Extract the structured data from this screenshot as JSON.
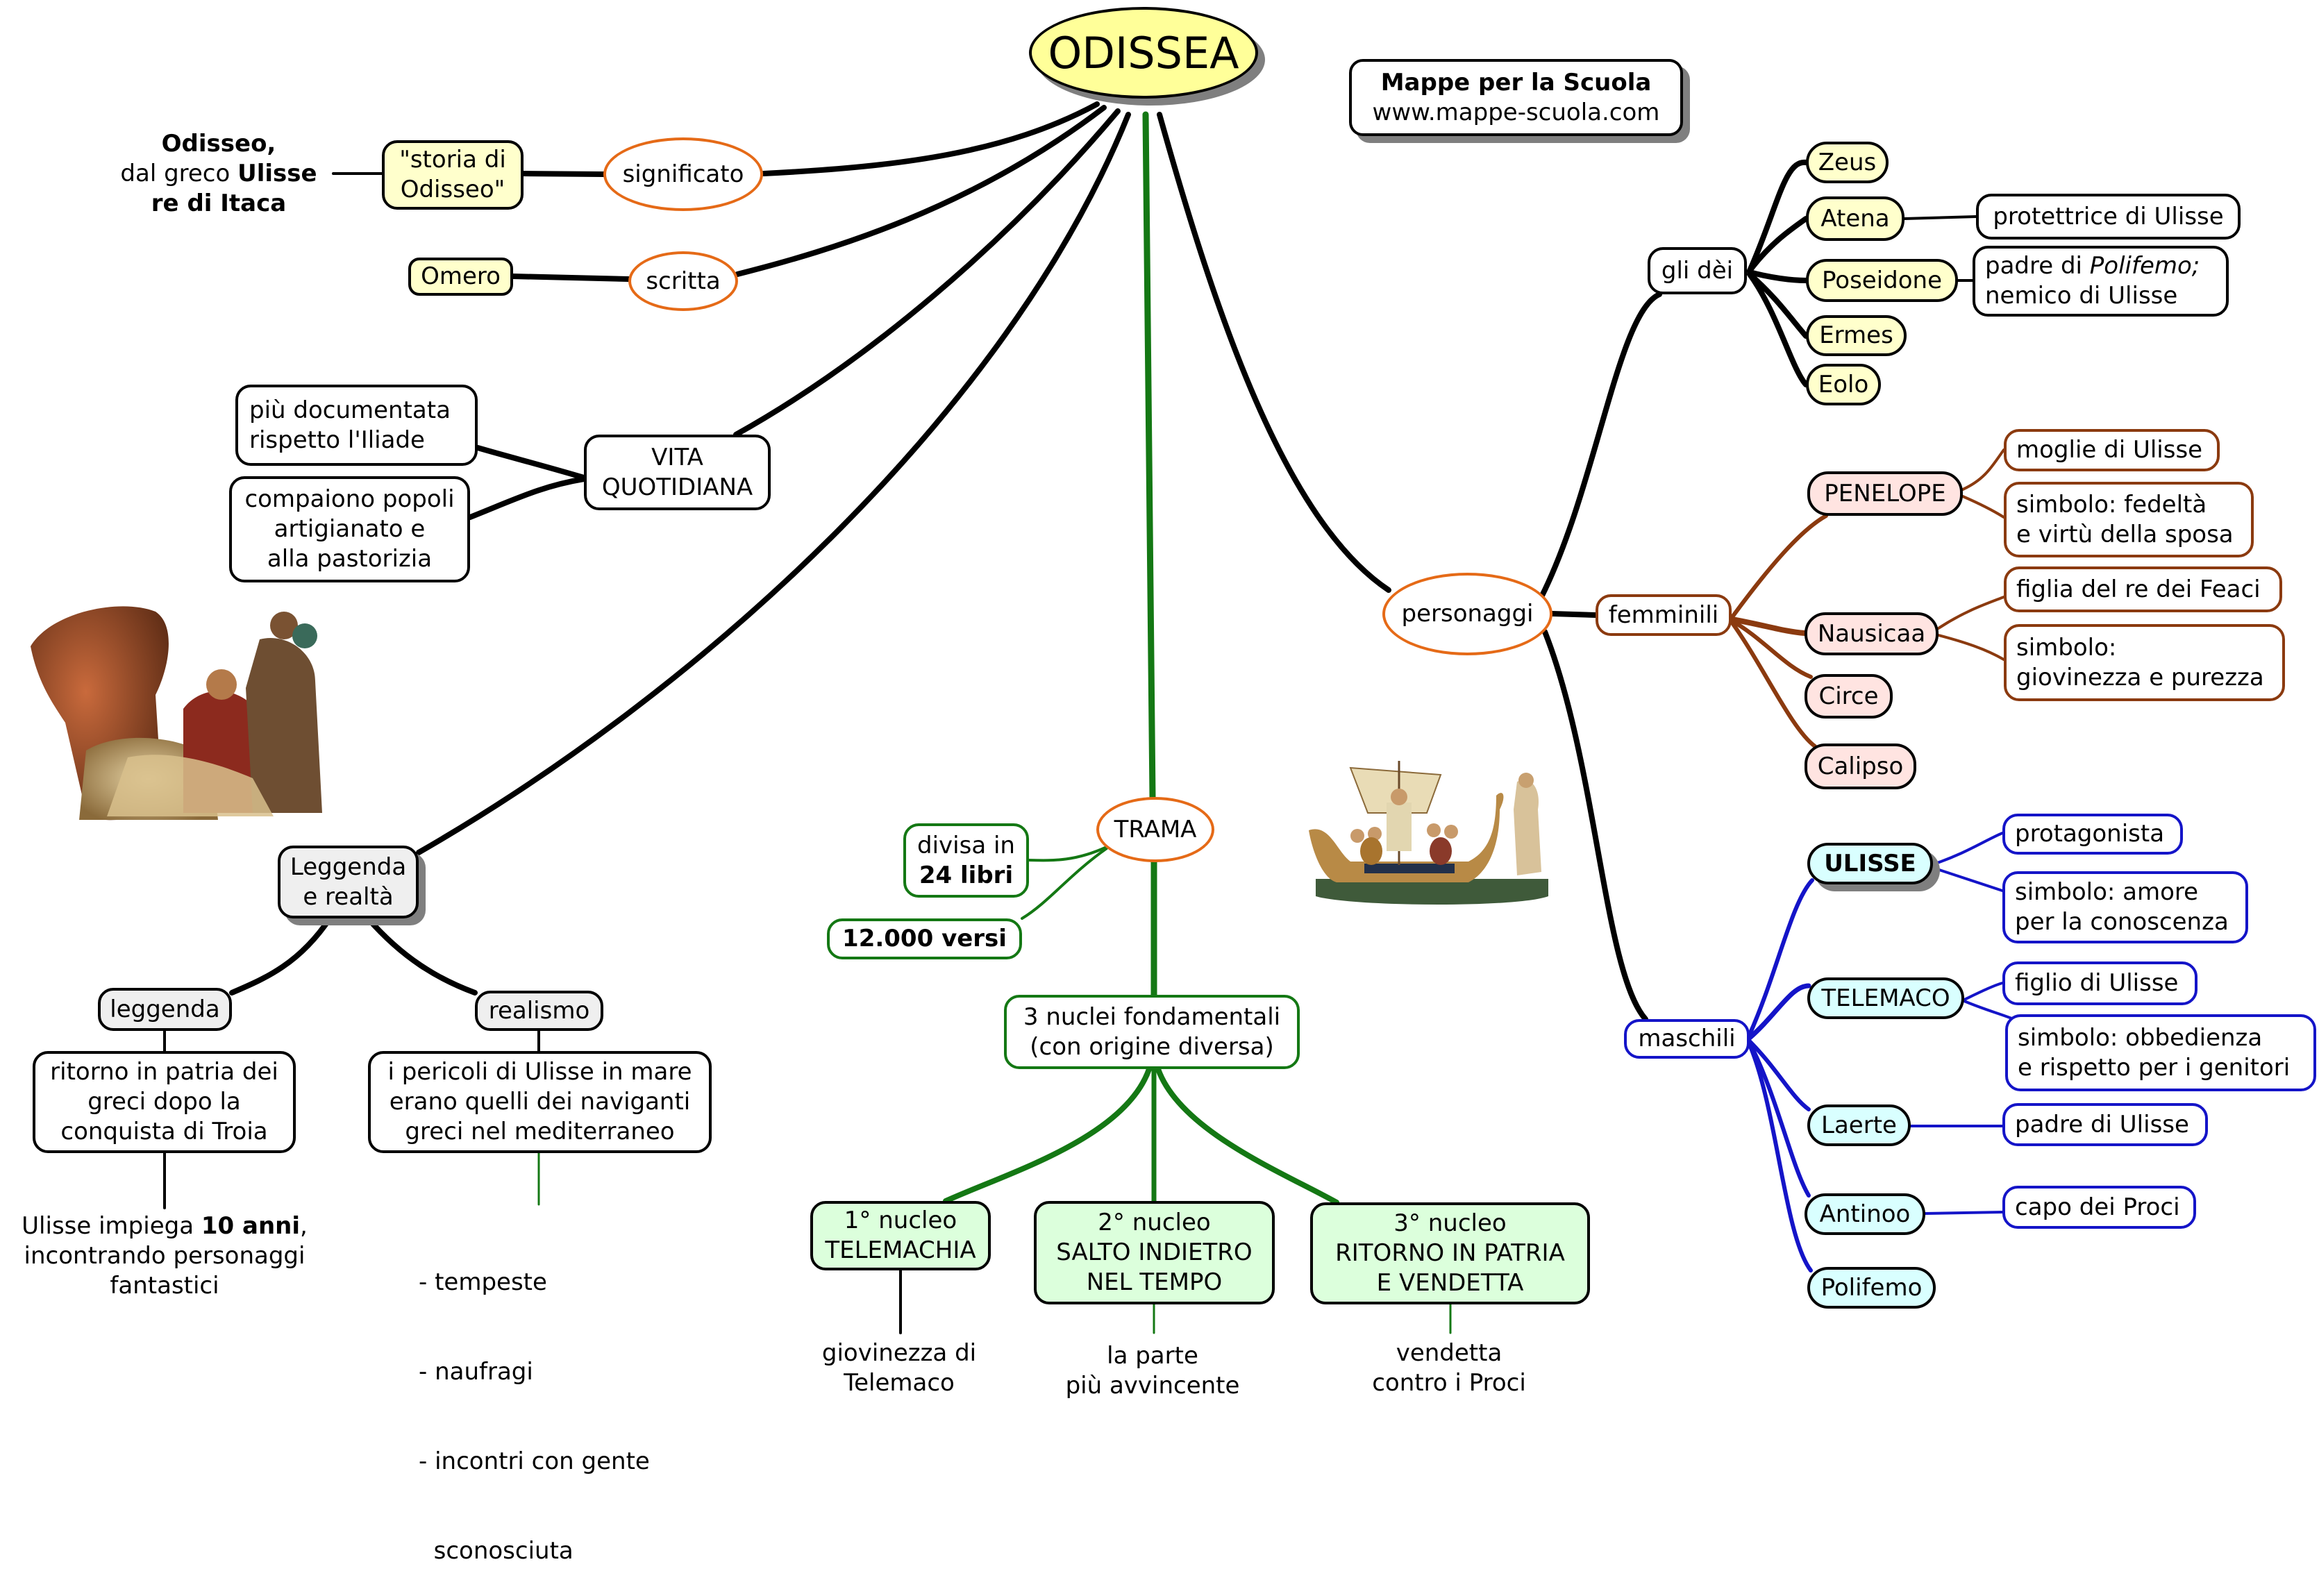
{
  "central": {
    "title": "ODISSEA"
  },
  "credits": {
    "line1": "Mappe per la Scuola",
    "line2": "www.mappe-scuola.com"
  },
  "colors": {
    "central_fill": "#ffff99",
    "orange_border": "#e56a17",
    "green_link": "#147814",
    "brown_link": "#8b3a0f",
    "blue_link": "#1414c8",
    "god_fill": "#ffffcc",
    "female_fill": "#ffe4e1",
    "male_fill": "#d9ffff",
    "nucleo_fill": "#dcffdc"
  },
  "significato": {
    "label": "significato",
    "value_lines": [
      "\"storia di",
      "Odisseo\""
    ],
    "note": {
      "bold1": "Odisseo,",
      "plain": "dal greco ",
      "bold2": "Ulisse",
      "bold3": "re di Itaca"
    }
  },
  "scritta": {
    "label": "scritta",
    "value": "Omero"
  },
  "vita": {
    "label_lines": [
      "VITA",
      "QUOTIDIANA"
    ],
    "items": [
      {
        "lines": [
          "più documentata",
          "rispetto l'Iliade"
        ]
      },
      {
        "lines": [
          "compaiono popoli",
          "artigianato e",
          "alla pastorizia"
        ]
      }
    ]
  },
  "images": {
    "polifemo": "polifemo-painting",
    "ship": "ship-mosaic"
  },
  "leggenda": {
    "label_lines": [
      "Leggenda",
      "e realtà"
    ],
    "left": {
      "label": "leggenda",
      "box_lines": [
        "ritorno in patria dei",
        "greci dopo la",
        "conquista di Troia"
      ],
      "note_pre": "Ulisse impiega ",
      "note_bold": "10 anni",
      "note_post": ",",
      "note_lines": [
        "incontrando personaggi",
        "fantastici"
      ]
    },
    "right": {
      "label": "realismo",
      "box_lines": [
        "i pericoli di Ulisse in mare",
        "erano quelli dei naviganti",
        "greci nel mediterraneo"
      ],
      "list": [
        "- tempeste",
        "- naufragi",
        "- incontri con gente",
        "  sconosciuta"
      ]
    }
  },
  "trama": {
    "label": "TRAMA",
    "divisa_line1": "divisa in",
    "divisa_line2": "24 libri",
    "versi": "12.000 versi",
    "nuclei_lines": [
      "3 nuclei fondamentali",
      "(con origine diversa)"
    ],
    "nuclei": [
      {
        "lines": [
          "1° nucleo",
          "TELEMACHIA"
        ],
        "note_lines": [
          "giovinezza di",
          "Telemaco"
        ]
      },
      {
        "lines": [
          "2° nucleo",
          "SALTO INDIETRO",
          "NEL TEMPO"
        ],
        "note_lines": [
          "la parte",
          "più avvincente"
        ]
      },
      {
        "lines": [
          "3° nucleo",
          "RITORNO IN PATRIA",
          "E VENDETTA"
        ],
        "note_lines": [
          "vendetta",
          "contro i Proci"
        ]
      }
    ]
  },
  "personaggi": {
    "label": "personaggi",
    "dei": {
      "label": "gli dèi",
      "items": [
        "Zeus",
        "Atena",
        "Poseidone",
        "Ermes",
        "Eolo"
      ],
      "atena_note": "protettrice di Ulisse",
      "poseidone_note_pre": "padre di ",
      "poseidone_note_ital": "Polifemo;",
      "poseidone_note_line2": "nemico di Ulisse"
    },
    "femminili": {
      "label": "femminili",
      "penelope": {
        "name": "PENELOPE",
        "notes": [
          [
            "moglie di Ulisse"
          ],
          [
            "simbolo: fedeltà",
            "e virtù della sposa"
          ]
        ]
      },
      "nausicaa": {
        "name": "Nausicaa",
        "notes": [
          [
            "figlia del re dei Feaci"
          ],
          [
            "simbolo:",
            "giovinezza e purezza"
          ]
        ]
      },
      "others": [
        "Circe",
        "Calipso"
      ]
    },
    "maschili": {
      "label": "maschili",
      "ulisse": {
        "name": "ULISSE",
        "notes": [
          [
            "protagonista"
          ],
          [
            "simbolo: amore",
            "per la conoscenza"
          ]
        ]
      },
      "telemaco": {
        "name": "TELEMACO",
        "notes": [
          [
            "figlio di Ulisse"
          ],
          [
            "simbolo: obbedienza",
            "e rispetto per i genitori"
          ]
        ]
      },
      "laerte": {
        "name": "Laerte",
        "note": "padre di Ulisse"
      },
      "antinoo": {
        "name": "Antinoo",
        "note": "capo dei Proci"
      },
      "polifemo": {
        "name": "Polifemo"
      }
    }
  }
}
